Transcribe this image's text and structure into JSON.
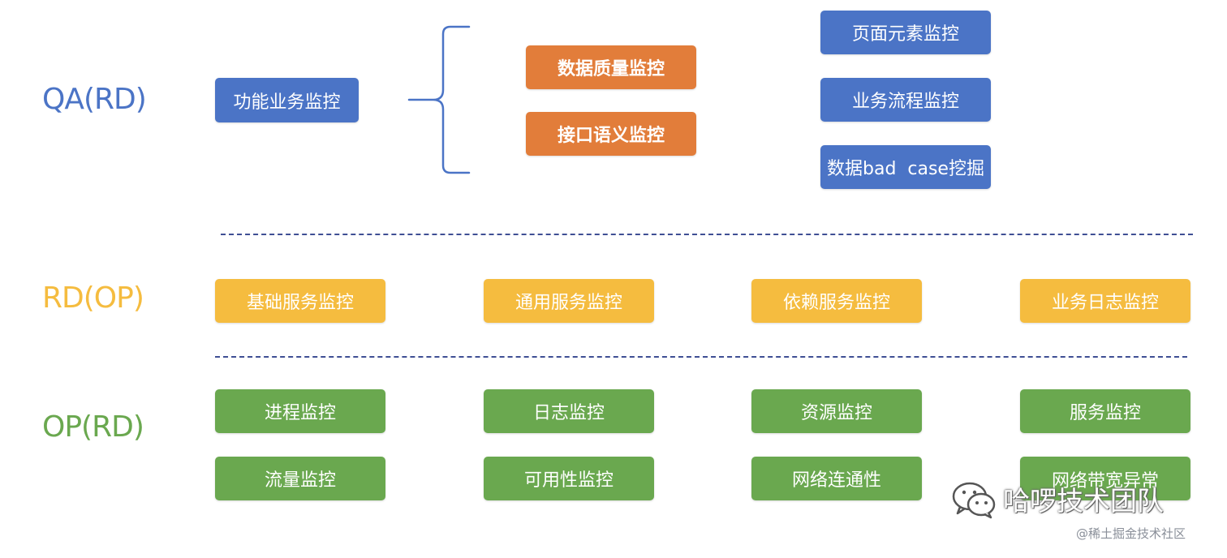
{
  "colors": {
    "qa": "#4b74c6",
    "qa_highlight": "#e27d3a",
    "rd": "#f5bc3f",
    "op": "#6aa84f",
    "divider": "#3f4f94"
  },
  "layers": {
    "qa": {
      "label": "QA(RD)",
      "main": "功能业务监控",
      "middle": [
        "数据质量监控",
        "接口语义监控"
      ],
      "right": [
        "页面元素监控",
        "业务流程监控",
        "数据bad  case挖掘"
      ]
    },
    "rd": {
      "label": "RD(OP)",
      "items": [
        "基础服务监控",
        "通用服务监控",
        "依赖服务监控",
        "业务日志监控"
      ]
    },
    "op": {
      "label": "OP(RD)",
      "row1": [
        "进程监控",
        "日志监控",
        "资源监控",
        "服务监控"
      ],
      "row2": [
        "流量监控",
        "可用性监控",
        "网络连通性",
        "网络带宽异常"
      ]
    }
  },
  "watermark": {
    "brand": "哈啰技术团队",
    "credit": "@稀土掘金技术社区",
    "icon": "wechat-icon"
  }
}
